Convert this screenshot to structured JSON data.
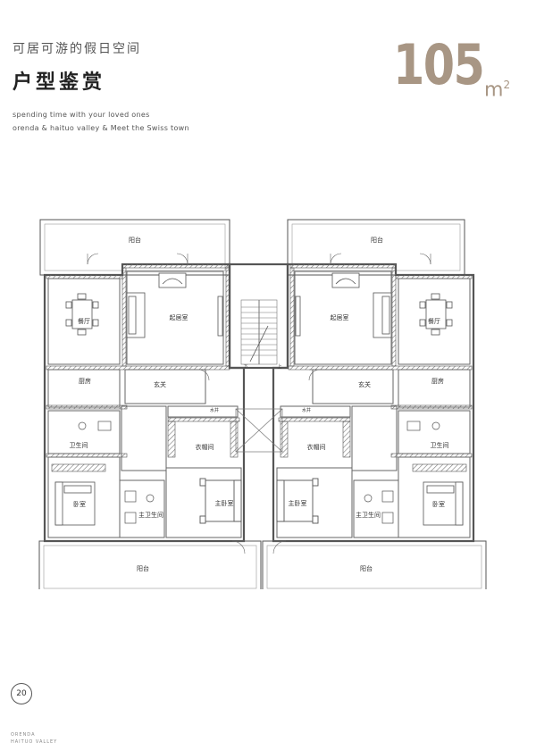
{
  "header": {
    "subtitle": "可居可游的假日空间",
    "title": "户型鉴赏",
    "area_value": "105",
    "area_unit": "m",
    "area_sup": "2",
    "english_line1": "spending time with your loved ones",
    "english_line2": "orenda & haituo valley & Meet the Swiss town"
  },
  "rooms": {
    "balcony": "阳台",
    "dining": "餐厅",
    "living": "起居室",
    "kitchen": "厨房",
    "entrance": "玄关",
    "bathroom": "卫生间",
    "bedroom": "卧室",
    "master_bath": "主卫生间",
    "master_bedroom": "主卧室",
    "closet": "衣帽间",
    "water_well": "水井",
    "up": "上",
    "down": "下"
  },
  "footer": {
    "page_number": "20",
    "brand_line1": "ORENDA",
    "brand_line2": "HAITUO VALLEY"
  },
  "colors": {
    "accent": "#a89684",
    "wall": "#555555",
    "hatch": "#777777"
  }
}
